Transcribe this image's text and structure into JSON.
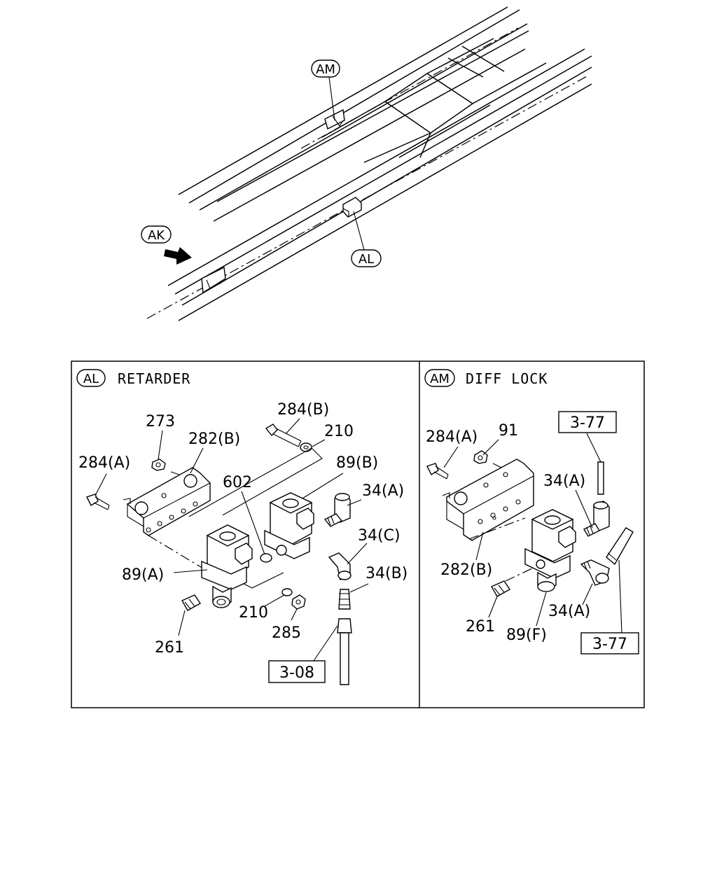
{
  "overview": {
    "callouts": {
      "am": "AM",
      "al": "AL",
      "ak": "AK"
    }
  },
  "retarder_panel": {
    "tag": "AL",
    "title": "RETARDER",
    "labels": {
      "p273": "273",
      "p282b": "282(B)",
      "p284a": "284(A)",
      "p284b": "284(B)",
      "p210_top": "210",
      "p89b": "89(B)",
      "p602": "602",
      "p34a": "34(A)",
      "p34c": "34(C)",
      "p34b": "34(B)",
      "p89a": "89(A)",
      "p210_bot": "210",
      "p285": "285",
      "p261": "261"
    },
    "ref_box": "3-08"
  },
  "diff_lock_panel": {
    "tag": "AM",
    "title": "DIFF LOCK",
    "labels": {
      "p284a": "284(A)",
      "p91": "91",
      "p34a_top": "34(A)",
      "p282b": "282(B)",
      "p34a_bot": "34(A)",
      "p261": "261",
      "p89f": "89(F)"
    },
    "ref_box_top": "3-77",
    "ref_box_bot": "3-77"
  }
}
